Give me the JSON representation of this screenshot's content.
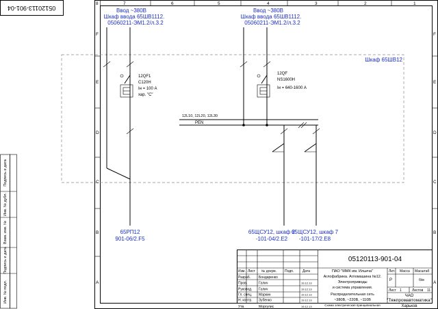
{
  "drawing": {
    "rotated_code": "05120113-901-04",
    "top_columns": [
      "8",
      "7",
      "6",
      "5",
      "4",
      "3",
      "2",
      "1"
    ],
    "left_rows": [
      "F",
      "E",
      "D",
      "C",
      "B",
      "A"
    ],
    "right_rows": [
      "F",
      "E",
      "D",
      "C",
      "B",
      "A"
    ],
    "side_labels": [
      "Инв. № подл.",
      "Подпись и дата",
      "Взам. инв. №",
      "Инв. № дубл.",
      "Подпись и дата"
    ]
  },
  "feeders_in": [
    {
      "line1": "Ввод ~380В",
      "line2": "Шкаф ввода 65ШВ1112.",
      "line3": "05060211-ЭМ1.2/л.3.2"
    },
    {
      "line1": "Ввод ~380В",
      "line2": "Шкаф ввода 65ШВ1112.",
      "line3": "05060211-ЭМ1.2/л.3.2"
    }
  ],
  "cabinet_label": "Шкаф 65ШВ12",
  "breakers": [
    {
      "name": "12QF1",
      "model": "C120H",
      "current": "Iн = 100 А",
      "char": "хар. \"С\""
    },
    {
      "name": "12QF",
      "model": "NS1600H",
      "current": "Iн = 640-1600 А"
    }
  ],
  "bus": {
    "label_top": "12L10, 12L20, 12L30",
    "label_pen": "PEN"
  },
  "feeders_out": [
    {
      "line1": "65РП12",
      "line2": "901-06/2.F5"
    },
    {
      "line1": "65ЩСУ12, шкаф 2",
      "line2": "-101-04/2.E2"
    },
    {
      "line1": "65ЩСУ12, шкаф 7",
      "line2": "-101-17/2.E8"
    }
  ],
  "title_block": {
    "doc_code": "05120113-901-04",
    "company": "ПАО \"ММК им. Ильича\"",
    "project_line1": "Аглофабрика. Агломашина №12.",
    "project_line2": "Электроприводы",
    "project_line3": "и система управления.",
    "sheet_title_line1": "Распределительная сеть",
    "sheet_title_line2": "~380В, ~220В, ~110В",
    "sheet_title_line3": "Схема электрическая принципиальная",
    "header": {
      "izm": "Изм.",
      "list": "Лист",
      "ndoc": "№ докум.",
      "sign": "Подп.",
      "date": "Дата"
    },
    "roles": [
      {
        "role": "Разраб.",
        "name": "Бондаренко",
        "date": ""
      },
      {
        "role": "Пров.",
        "name": "Галич",
        "date": "19.12.13"
      },
      {
        "role": "Руковод.",
        "name": "Галич",
        "date": "19.12.13"
      },
      {
        "role": "Гл. спец.",
        "name": "Маркин",
        "date": "19.12.13"
      },
      {
        "role": "Н. контр.",
        "name": "Зубенко",
        "date": "19.12.13"
      },
      {
        "role": "Утв.",
        "name": "Моргулис",
        "date": "19.12.13"
      }
    ],
    "lit_label": "Лит.",
    "mass_label": "Масса",
    "scale_label": "Масштаб",
    "lit_value": "Р",
    "scale_value": "б/м",
    "sheet_label": "Лист",
    "sheet_value": "1",
    "sheets_label": "Листов",
    "sheets_value": "11",
    "org_line1": "ЧАО",
    "org_line2": "\"Тяжпромавтоматика\"",
    "org_line3": "Харьков"
  }
}
